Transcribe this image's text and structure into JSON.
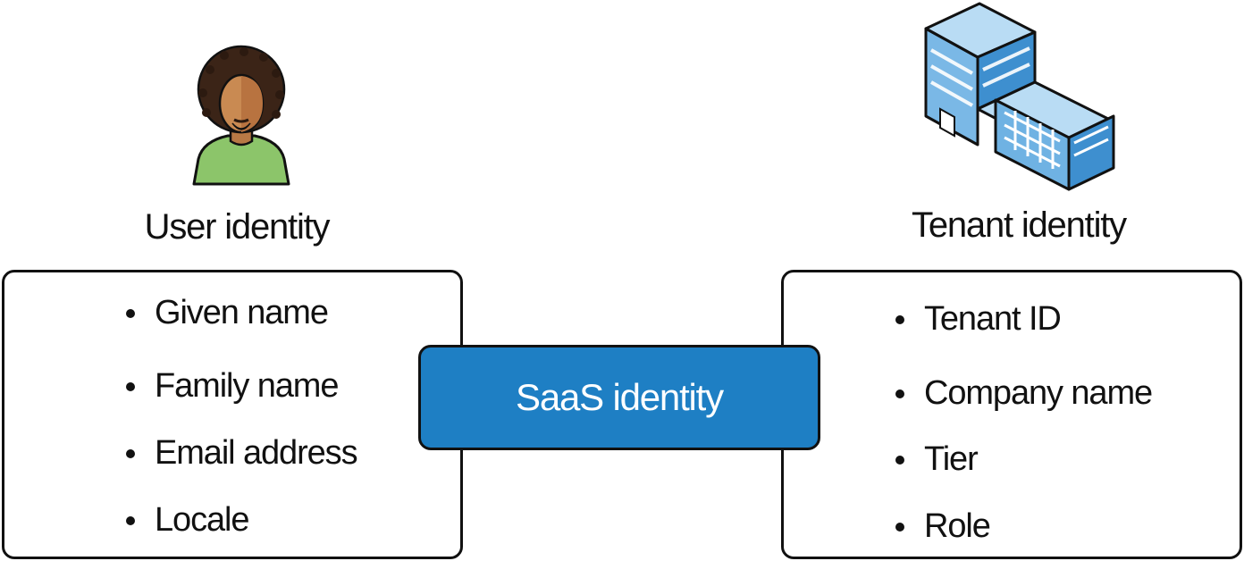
{
  "user": {
    "icon": "person-icon",
    "title": "User identity",
    "attributes": [
      "Given name",
      "Family name",
      "Email address",
      "Locale"
    ]
  },
  "tenant": {
    "icon": "office-building-icon",
    "title": "Tenant identity",
    "attributes": [
      "Tenant ID",
      "Company name",
      "Tier",
      "Role"
    ]
  },
  "saas": {
    "label": "SaaS identity"
  },
  "colors": {
    "saas_fill": "#1e7fc4",
    "building_blue": "#5aa3dc",
    "shirt_green": "#8cc56a",
    "skin": "#c98a52",
    "hair": "#3b2417",
    "outline": "#111111"
  }
}
